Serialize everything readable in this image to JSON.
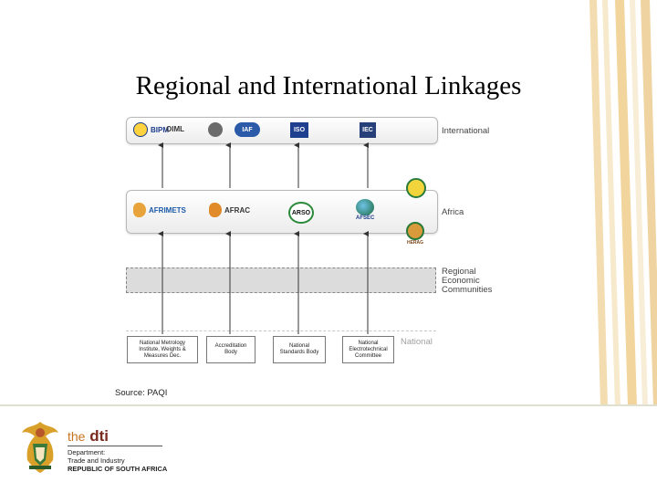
{
  "slide": {
    "title": "Regional and International Linkages"
  },
  "levels": {
    "international": "International",
    "africa": "Africa",
    "regional": "Regional\nEconomic\nCommunities",
    "national": "National"
  },
  "international_logos": [
    "BIPM",
    "OIML",
    "",
    "IAF",
    "ISO",
    "IEC"
  ],
  "africa_logos": [
    "AFRIMETS",
    "AFRAC",
    "ARSO",
    "AFSEC"
  ],
  "african_emblems": [
    "",
    "HERAG"
  ],
  "national_bodies": [
    "National Metrology\nInstitute, Weights &\nMeasures Dec.",
    "Accreditation\nBody",
    "National\nStandards Body",
    "National\nElectrotechnical\nCommittee"
  ],
  "source": "Source: PAQI",
  "footer": {
    "brand_the": "the",
    "brand_dti": "dti",
    "dept_line1": "Department:",
    "dept_line2": "Trade and Industry",
    "dept_line3": "REPUBLIC OF SOUTH AFRICA"
  },
  "colors": {
    "accent": "#e8c88a",
    "brand": "#7a2a1e",
    "band_fill": "#dcdcdc"
  }
}
